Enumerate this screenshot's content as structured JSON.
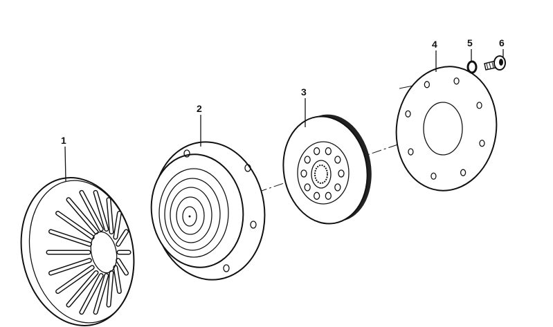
{
  "diagram": {
    "type": "exploded-parts-diagram",
    "parts": [
      {
        "label": "1",
        "part": "diaphragm-spring"
      },
      {
        "label": "2",
        "part": "pressure-plate"
      },
      {
        "label": "3",
        "part": "clutch-disc"
      },
      {
        "label": "4",
        "part": "flywheel-plate"
      },
      {
        "label": "5",
        "part": "lock-washer"
      },
      {
        "label": "6",
        "part": "bolt"
      }
    ],
    "colors": {
      "ink": "#111111",
      "background": "#ffffff"
    }
  }
}
